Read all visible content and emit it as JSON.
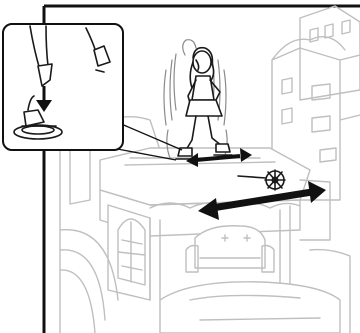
{
  "illustration": {
    "style": "instruction-manual line art",
    "line_color": "#bfbfbf",
    "ink_color": "#1a1a1a",
    "arrow_color": "#111111",
    "subjects": {
      "doll": "skating-doll",
      "stand": "skate-stand",
      "castle": "castle-playset",
      "knob": "slider-knob",
      "arrows": [
        "double-arrow-small",
        "double-arrow-large"
      ],
      "inset": "zoom-inset-foot-on-stand"
    }
  }
}
